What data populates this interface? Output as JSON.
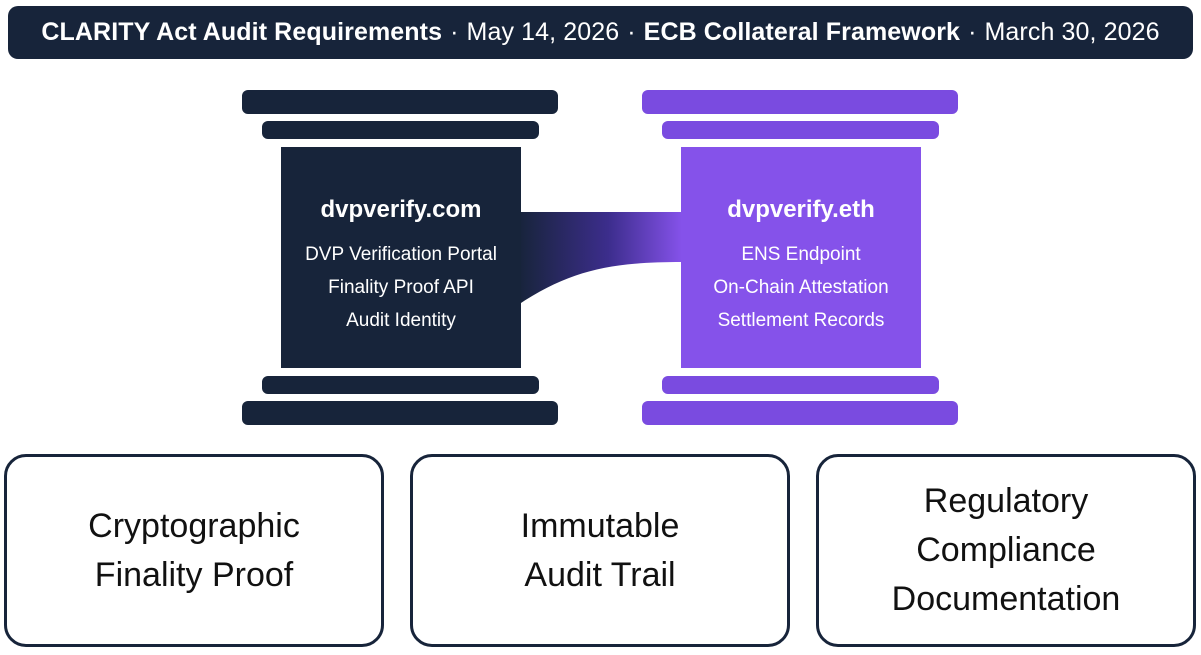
{
  "banner": {
    "item1_title": "CLARITY Act Audit Requirements",
    "separator": "·",
    "item1_date": "May 14, 2026",
    "item2_title": "ECB Collateral Framework",
    "item2_date": "March 30, 2026"
  },
  "colors": {
    "navy": "#17243a",
    "purple": "#7a4be0",
    "purple_body": "#8552ea",
    "white": "#ffffff"
  },
  "left_pillar": {
    "title": "dvpverify.com",
    "lines": [
      "DVP Verification Portal",
      "Finality Proof API",
      "Audit Identity"
    ]
  },
  "right_pillar": {
    "title": "dvpverify.eth",
    "lines": [
      "ENS Endpoint",
      "On-Chain Attestation",
      "Settlement Records"
    ]
  },
  "boxes": [
    {
      "lines": [
        "Cryptographic",
        "Finality Proof"
      ]
    },
    {
      "lines": [
        "Immutable",
        "Audit Trail"
      ]
    },
    {
      "lines": [
        "Regulatory",
        "Compliance",
        "Documentation"
      ]
    }
  ]
}
